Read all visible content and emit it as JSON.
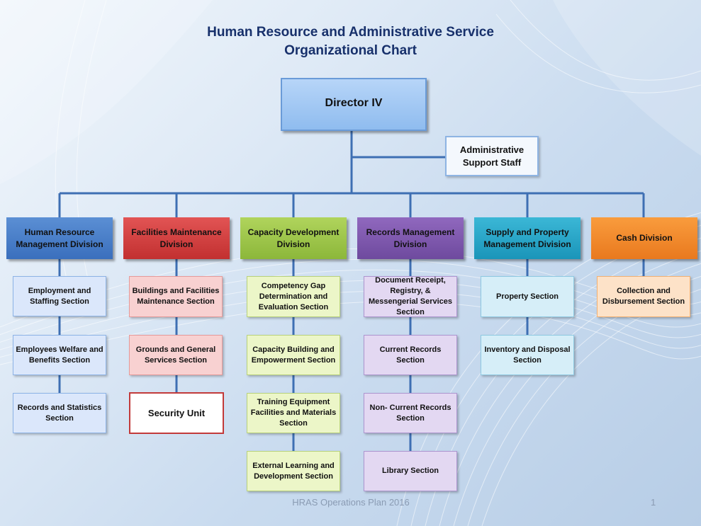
{
  "title": {
    "line1": "Human Resource and Administrative Service",
    "line2": "Organizational Chart"
  },
  "director": "Director IV",
  "admin_support": "Administrative Support Staff",
  "divisions": {
    "hr": {
      "label": "Human Resource Management Division",
      "sections": [
        "Employment and Staffing Section",
        "Employees Welfare and Benefits Section",
        "Records and Statistics Section"
      ]
    },
    "fm": {
      "label": "Facilities Maintenance Division",
      "sections": [
        "Buildings and Facilities Maintenance Section",
        "Grounds and General Services Section"
      ],
      "unit": "Security Unit"
    },
    "cd": {
      "label": "Capacity Development Division",
      "sections": [
        "Competency Gap Determination and Evaluation Section",
        "Capacity Building and Empowerment Section",
        "Training Equipment Facilities and Materials Section",
        "External Learning and Development Section"
      ]
    },
    "rm": {
      "label": "Records Management Division",
      "sections": [
        "Document Receipt, Registry, & Messengerial Services Section",
        "Current Records Section",
        "Non- Current Records Section",
        "Library Section"
      ]
    },
    "sp": {
      "label": "Supply and Property Management Division",
      "sections": [
        "Property Section",
        "Inventory and Disposal Section"
      ]
    },
    "cash": {
      "label": "Cash Division",
      "sections": [
        "Collection and Disbursement Section"
      ]
    }
  },
  "colors": {
    "connector": "#3e6fb3",
    "title": "#17306b"
  },
  "footer": "HRAS Operations Plan 2016",
  "page_number": "1"
}
